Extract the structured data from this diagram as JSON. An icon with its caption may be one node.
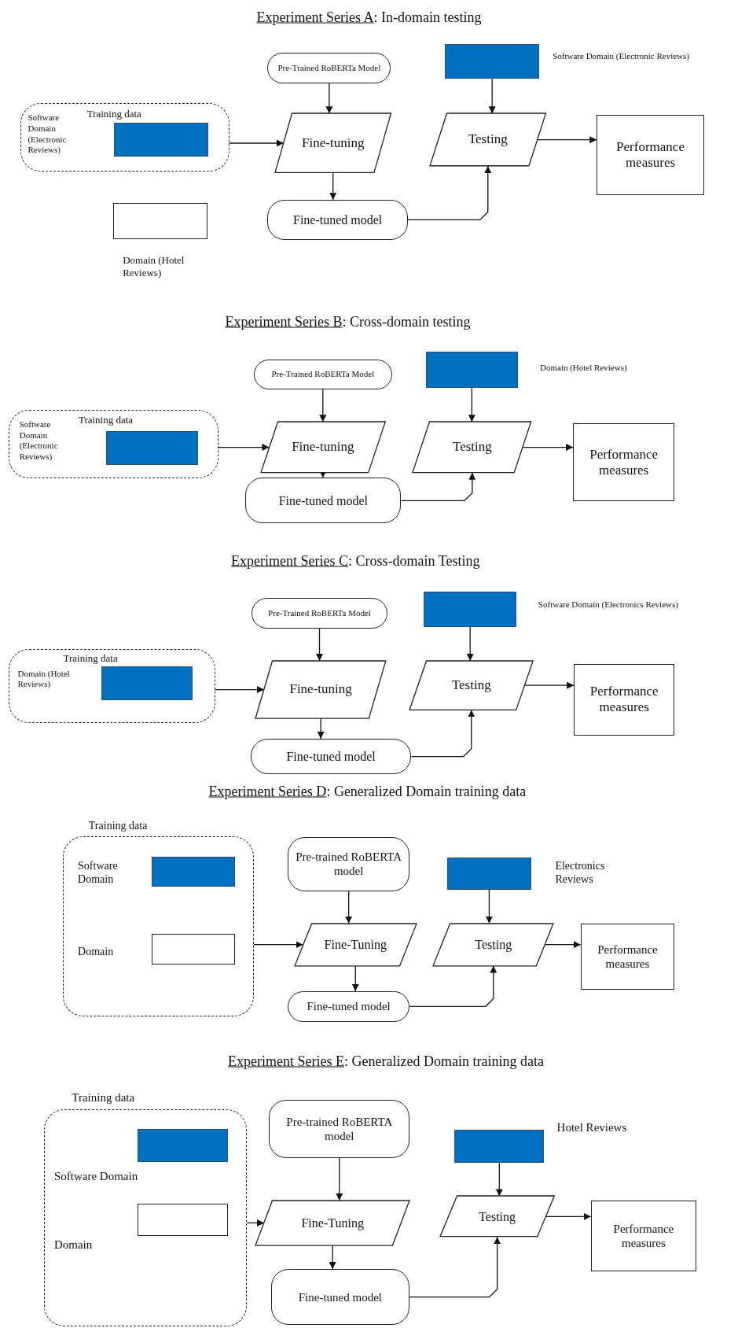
{
  "diagram": {
    "nodes": [
      {
        "text": [
          "Training data",
          "Software Domain (Electronic Reviews)"
        ]
      },
      {
        "text": [],
        "shape": "box",
        "in": 0
      },
      {
        "text": [],
        "shape": "box",
        "beside": [
          "Domain (Hotel Reviews)"
        ]
      },
      {
        "text": [
          "Pre-Trained RoBERTa Model"
        ]
      },
      {
        "text": [
          "Fine-tuning"
        ]
      },
      {
        "text": [
          "Fine-tuned model"
        ]
      },
      {
        "text": [],
        "shape": "box",
        "beside": [
          "Software Domain (Electronic Reviews)"
        ]
      },
      {
        "text": [
          "Testing"
        ]
      },
      {
        "text": [
          "Performance measures"
        ]
      },
      {
        "text": [
          "Training data",
          "Software Domain (Electronic Reviews)"
        ]
      },
      {
        "text": [],
        "shape": "box",
        "in": 9
      },
      {
        "text": [
          "Pre-Trained RoBERTa Model"
        ]
      },
      {
        "text": [
          "Fine-tuning"
        ]
      },
      {
        "text": [
          "Fine-tuned model"
        ]
      },
      {
        "text": [],
        "shape": "box",
        "beside": [
          "Domain (Hotel Reviews)"
        ]
      },
      {
        "text": [
          "Testing"
        ]
      },
      {
        "text": [
          "Performance measures"
        ]
      },
      {
        "text": [
          "Training data",
          "Domain (Hotel Reviews)"
        ]
      },
      {
        "text": [],
        "shape": "box",
        "in": 17
      },
      {
        "text": [
          "Pre-Trained RoBERTa Model"
        ]
      },
      {
        "text": [
          "Fine-tuning"
        ]
      },
      {
        "text": [
          "Fine-tuned model"
        ]
      },
      {
        "text": [],
        "shape": "box",
        "beside": [
          "Software Domain (Electronics Reviews)"
        ]
      },
      {
        "text": [
          "Testing"
        ]
      },
      {
        "text": [
          "Performance measures"
        ]
      },
      {
        "text": [
          "Training data"
        ]
      },
      {
        "text": [],
        "shape": "box",
        "in": 25,
        "beside": [
          "Software Domain"
        ]
      },
      {
        "text": [],
        "shape": "box",
        "in": 25,
        "beside": [
          "Domain"
        ]
      },
      {
        "text": [
          "Pre-trained RoBERTA model"
        ]
      },
      {
        "text": [
          "Fine-Tuning"
        ]
      },
      {
        "text": [
          "Fine-tuned model"
        ]
      },
      {
        "text": [],
        "shape": "box",
        "beside": [
          "Electronics Reviews"
        ]
      },
      {
        "text": [
          "Testing"
        ]
      },
      {
        "text": [
          "Performance measures"
        ]
      },
      {
        "text": [
          "Training data"
        ]
      },
      {
        "text": [],
        "shape": "box",
        "in": 34,
        "beside": [
          "Software Domain"
        ]
      },
      {
        "text": [],
        "shape": "box",
        "in": 34,
        "beside": [
          "Domain"
        ]
      },
      {
        "text": [
          "Pre-trained RoBERTA model"
        ]
      },
      {
        "text": [
          "Fine-Tuning"
        ]
      },
      {
        "text": [
          "Fine-tuned model"
        ]
      },
      {
        "text": [],
        "shape": "box",
        "beside": [
          "Hotel Reviews"
        ]
      },
      {
        "text": [
          "Testing"
        ]
      },
      {
        "text": [
          "Performance measures"
        ]
      }
    ],
    "edges": [
      {
        "from": 0,
        "to": 4,
        "arrow": "to"
      },
      {
        "from": 3,
        "to": 4,
        "arrow": "to"
      },
      {
        "from": 4,
        "to": 5,
        "arrow": "to"
      },
      {
        "from": 5,
        "to": 7,
        "arrow": "to"
      },
      {
        "from": 6,
        "to": 7,
        "arrow": "to"
      },
      {
        "from": 7,
        "to": 8,
        "arrow": "to"
      },
      {
        "from": 9,
        "to": 12,
        "arrow": "to"
      },
      {
        "from": 11,
        "to": 12,
        "arrow": "to"
      },
      {
        "from": 12,
        "to": 13,
        "arrow": "to"
      },
      {
        "from": 13,
        "to": 15,
        "arrow": "to"
      },
      {
        "from": 14,
        "to": 15,
        "arrow": "to"
      },
      {
        "from": 15,
        "to": 16,
        "arrow": "to"
      },
      {
        "from": 17,
        "to": 20,
        "arrow": "to"
      },
      {
        "from": 19,
        "to": 20,
        "arrow": "to"
      },
      {
        "from": 20,
        "to": 21,
        "arrow": "to"
      },
      {
        "from": 21,
        "to": 23,
        "arrow": "to"
      },
      {
        "from": 22,
        "to": 23,
        "arrow": "to"
      },
      {
        "from": 23,
        "to": 24,
        "arrow": "to"
      },
      {
        "from": 25,
        "to": 29,
        "arrow": "to"
      },
      {
        "from": 28,
        "to": 29,
        "arrow": "to"
      },
      {
        "from": 29,
        "to": 30,
        "arrow": "to"
      },
      {
        "from": 30,
        "to": 32,
        "arrow": "to"
      },
      {
        "from": 31,
        "to": 32,
        "arrow": "to"
      },
      {
        "from": 32,
        "to": 33,
        "arrow": "to"
      },
      {
        "from": 34,
        "to": 38,
        "arrow": "to"
      },
      {
        "from": 37,
        "to": 38,
        "arrow": "to"
      },
      {
        "from": 38,
        "to": 39,
        "arrow": "to"
      },
      {
        "from": 39,
        "to": 41,
        "arrow": "to"
      },
      {
        "from": 40,
        "to": 41,
        "arrow": "to"
      },
      {
        "from": 41,
        "to": 42,
        "arrow": "to"
      }
    ],
    "labels": [
      "Experiment Series A: In-domain testing",
      "Experiment Series B: Cross-domain testing",
      "Experiment Series C: Cross-domain Testing",
      "Experiment Series D: Generalized Domain training data",
      "Experiment Series E: Generalized Domain training data"
    ]
  }
}
